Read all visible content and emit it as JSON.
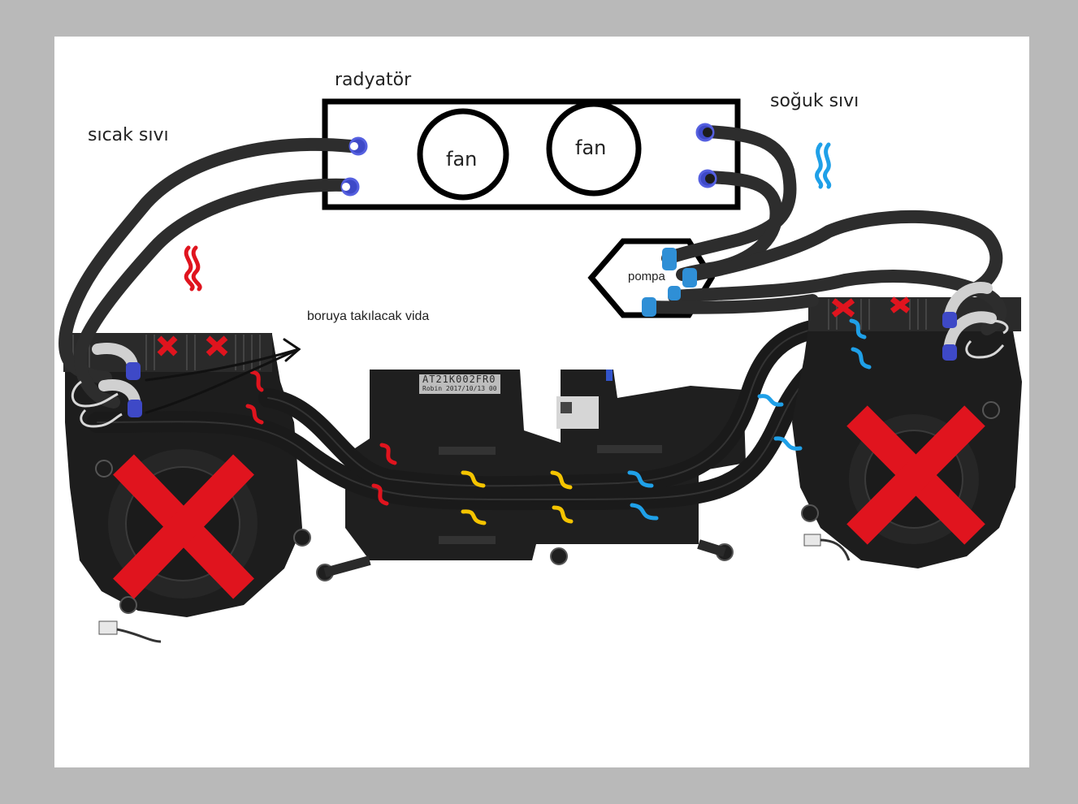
{
  "labels": {
    "radiator": "radyatör",
    "hot_liquid": "sıcak sıvı",
    "cold_liquid": "soğuk sıvı",
    "fan_1": "fan",
    "fan_2": "fan",
    "pump": "pompa",
    "screw_note": "boruya takılacak vida"
  },
  "part_label": {
    "code": "AT21K002FR0",
    "line2": "Robin 2017/10/13 00"
  },
  "colors": {
    "background": "#b9b9b9",
    "paper": "#ffffff",
    "heatsink": "#1c1c1c",
    "tube": "#2b2b2b",
    "fitting_blue": "#3f47c8",
    "pump_fitting": "#2f8fd6",
    "cross_red": "#e0141e",
    "hot_wave": "#e0141e",
    "warm_wave": "#f5c400",
    "cold_wave": "#1fa0e8"
  },
  "icons": {
    "fan": "fan-circle-icon",
    "cross": "cross-mark-icon",
    "wave": "wavy-line-icon",
    "arrow": "arrow-icon"
  }
}
